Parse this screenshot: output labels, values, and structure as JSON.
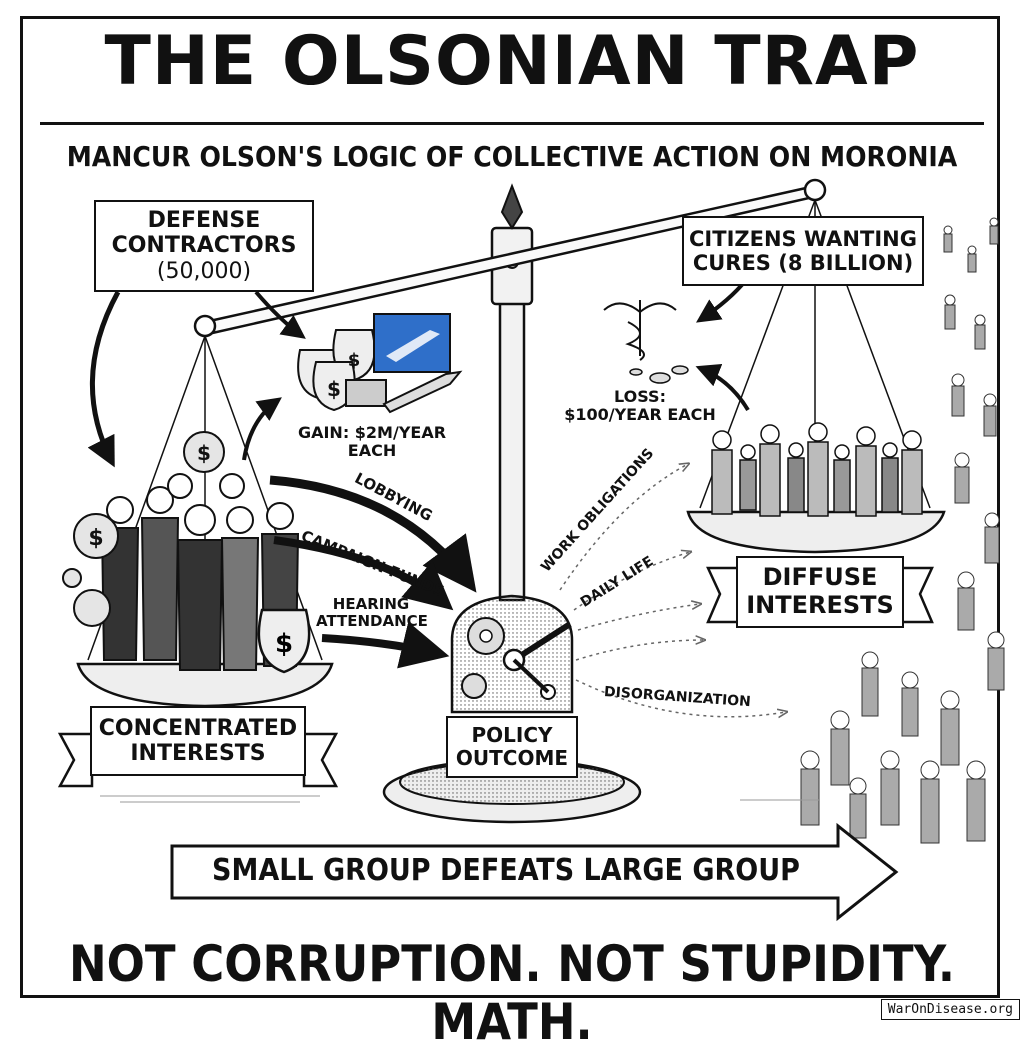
{
  "title": "THE OLSONIAN TRAP",
  "subtitle": "MANCUR OLSON'S LOGIC OF COLLECTIVE ACTION ON MORONIA",
  "left_group": {
    "line1": "DEFENSE",
    "line2": "CONTRACTORS",
    "line3": "(50,000)",
    "gain": "GAIN: $2M/YEAR EACH",
    "banner_line1": "CONCENTRATED",
    "banner_line2": "INTERESTS"
  },
  "right_group": {
    "line1": "CITIZENS WANTING",
    "line2": "CURES (8 BILLION)",
    "loss_line1": "LOSS:",
    "loss_line2": "$100/YEAR EACH",
    "banner_line1": "DIFFUSE",
    "banner_line2": "INTERESTS"
  },
  "center": {
    "line1": "POLICY",
    "line2": "OUTCOME"
  },
  "left_arrows": [
    "LOBBYING",
    "CAMPAIGN FUNDS",
    "HEARING",
    "ATTENDANCE"
  ],
  "right_arrows": [
    "WORK OBLIGATIONS",
    "DAILY LIFE",
    "DISORGANIZATION"
  ],
  "conclusion_arrow": "SMALL GROUP DEFEATS LARGE GROUP",
  "bottom_banner": "NOT CORRUPTION. NOT STUPIDITY. MATH.",
  "watermark": "WarOnDisease.org",
  "icons": [
    "money-bag-icon",
    "rocket-blueprint-icon",
    "missile-icon",
    "gear-icon",
    "caduceus-icon",
    "coin-icon",
    "crowd-people-icon",
    "businessman-icon"
  ]
}
